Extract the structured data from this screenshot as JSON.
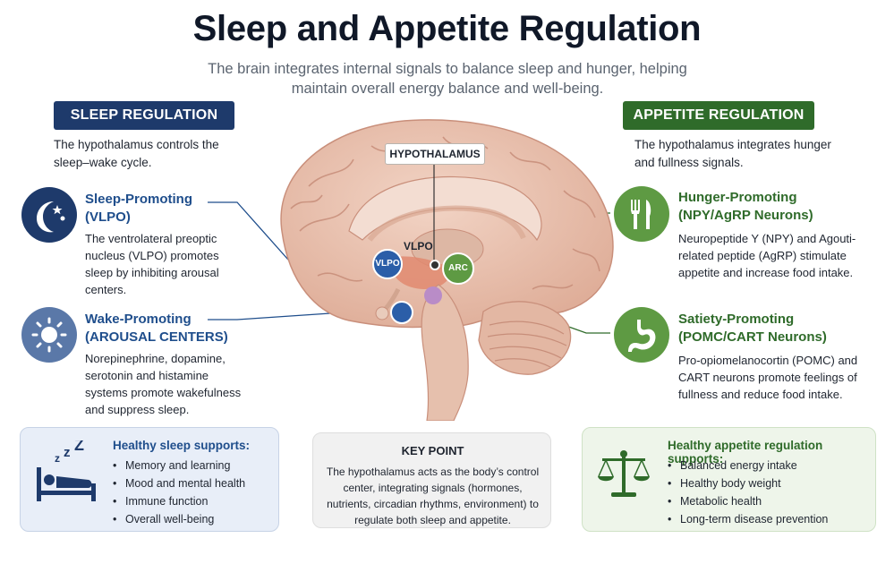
{
  "header": {
    "title": "Sleep and Appetite Regulation",
    "subtitle": "The brain integrates internal signals to balance sleep and hunger, helping maintain overall energy balance and well-being."
  },
  "sleep": {
    "badge": "SLEEP REGULATION",
    "intro": "The hypothalamus controls the sleep–wake cycle.",
    "promoting": {
      "title1": "Sleep-Promoting",
      "title2": "(VLPO)",
      "desc": "The ventrolateral preoptic nucleus (VLPO) promotes sleep by inhibiting arousal centers."
    },
    "wake": {
      "title1": "Wake-Promoting",
      "title2": "(AROUSAL CENTERS)",
      "desc": "Norepinephrine, dopamine, serotonin and histamine systems promote wakefulness and suppress sleep."
    },
    "supports": {
      "title": "Healthy sleep supports:",
      "items": [
        "Memory and learning",
        "Mood and mental health",
        "Immune function",
        "Overall well-being"
      ]
    }
  },
  "appetite": {
    "badge": "APPETITE REGULATION",
    "intro": "The hypothalamus integrates hunger and fullness signals.",
    "hunger": {
      "title1": "Hunger-Promoting",
      "title2": "(NPY/AgRP Neurons)",
      "desc": "Neuropeptide Y (NPY) and Agouti-related peptide (AgRP) stimulate appetite and increase food intake."
    },
    "satiety": {
      "title1": "Satiety-Promoting",
      "title2": "(POMC/CART Neurons)",
      "desc": "Pro-opiomelanocortin (POMC) and CART neurons promote feelings of fullness and reduce food intake."
    },
    "supports": {
      "title": "Healthy appetite regulation supports:",
      "items": [
        "Balanced energy intake",
        "Healthy body weight",
        "Metabolic health",
        "Long-term disease prevention"
      ]
    }
  },
  "brain": {
    "hypothalamus_label": "HYPOTHALAMUS",
    "vlpo_label": "VLPO",
    "vlpo_node": "VLPO",
    "arc_node": "ARC"
  },
  "keypoint": {
    "title": "KEY POINT",
    "text": "The hypothalamus acts as the body’s control center, integrating signals (hormones, nutrients, circadian rhythms, environment) to regulate both sleep and appetite."
  },
  "icons": {
    "moon": "moon-stars-icon",
    "sun": "sun-icon",
    "utensils": "fork-knife-icon",
    "stomach": "stomach-icon",
    "bed": "sleeping-bed-icon",
    "scale": "balance-scale-icon"
  },
  "colors": {
    "sleep_navy": "#1e3a6b",
    "sleep_blue": "#1f4e8c",
    "appetite_green": "#2f6b2a",
    "brain_pink": "#ecc7b6",
    "sleep_box": "#e8eef8",
    "appetite_box": "#eef5ea",
    "key_box": "#f1f1f1"
  }
}
